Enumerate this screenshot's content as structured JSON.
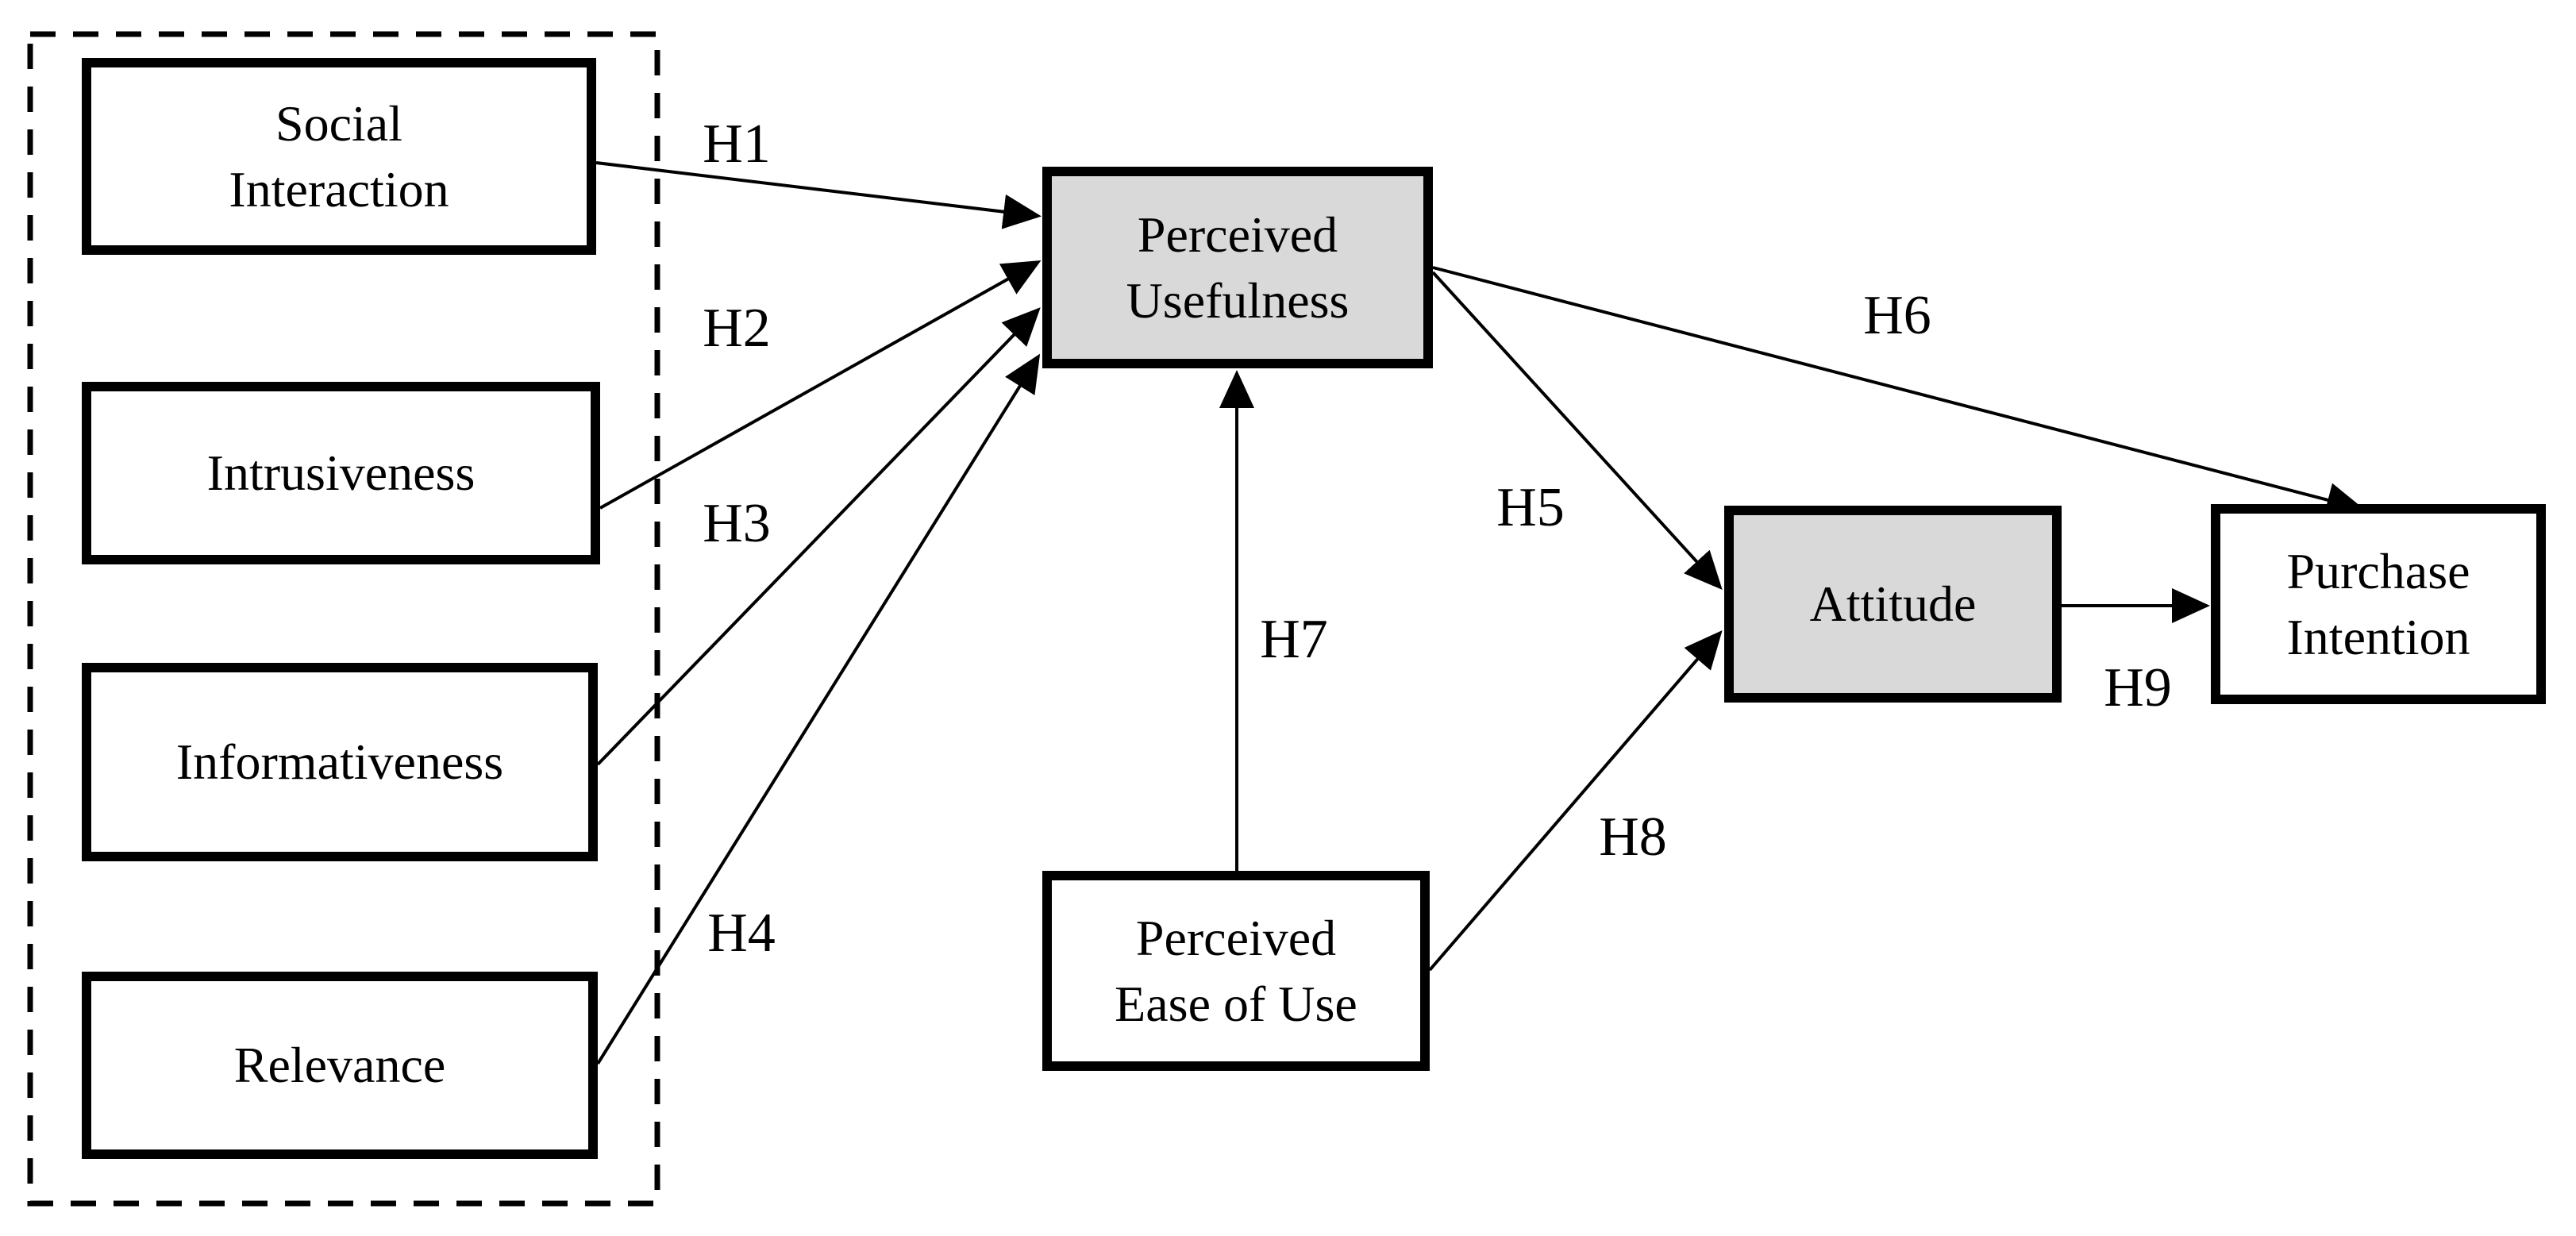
{
  "colors": {
    "highlight_fill": "#d9d9d9",
    "default_fill": "#ffffff",
    "stroke": "#000000"
  },
  "nodes": {
    "social_interaction": {
      "label": "Social\nInteraction"
    },
    "intrusiveness": {
      "label": "Intrusiveness"
    },
    "informativeness": {
      "label": "Informativeness"
    },
    "relevance": {
      "label": "Relevance"
    },
    "perceived_usefulness": {
      "label": "Perceived\nUsefulness"
    },
    "perceived_ease_of_use": {
      "label": "Perceived\nEase of Use"
    },
    "attitude": {
      "label": "Attitude"
    },
    "purchase_intention": {
      "label": "Purchase\nIntention"
    }
  },
  "hypotheses": {
    "h1": "H1",
    "h2": "H2",
    "h3": "H3",
    "h4": "H4",
    "h5": "H5",
    "h6": "H6",
    "h7": "H7",
    "h8": "H8",
    "h9": "H9"
  }
}
